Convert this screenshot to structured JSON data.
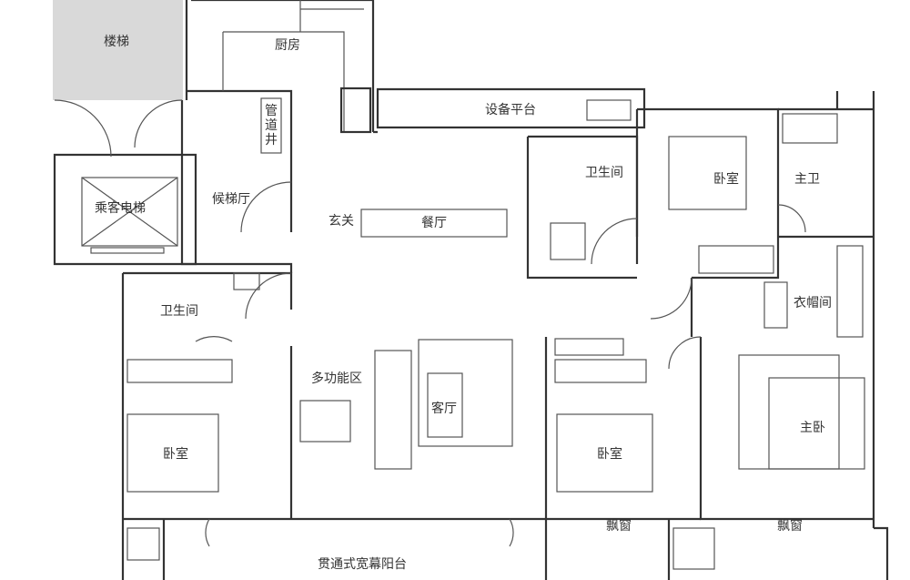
{
  "title": "户型平面图",
  "rooms": {
    "stairs": "楼梯",
    "kitchen": "厨房",
    "pipe_shaft": [
      "管",
      "道",
      "井"
    ],
    "equipment_platform": "设备平台",
    "bathroom_top": "卫生间",
    "bedroom_ne": "卧室",
    "master_bath": "主卫",
    "elevator": "乘客电梯",
    "elevator_lobby": "候梯厅",
    "foyer": "玄关",
    "dining": "餐厅",
    "bathroom_left": "卫生间",
    "walk_in_closet": "衣帽间",
    "multi_function": "多功能区",
    "living_room": "客厅",
    "bedroom_sw": "卧室",
    "bedroom_s": "卧室",
    "master_bedroom": "主卧",
    "bay_window_1": "飘窗",
    "bay_window_2": "飘窗",
    "balcony": "贯通式宽幕阳台"
  },
  "colors": {
    "stair_fill": "#d9d9d9",
    "wall": "#333333"
  }
}
